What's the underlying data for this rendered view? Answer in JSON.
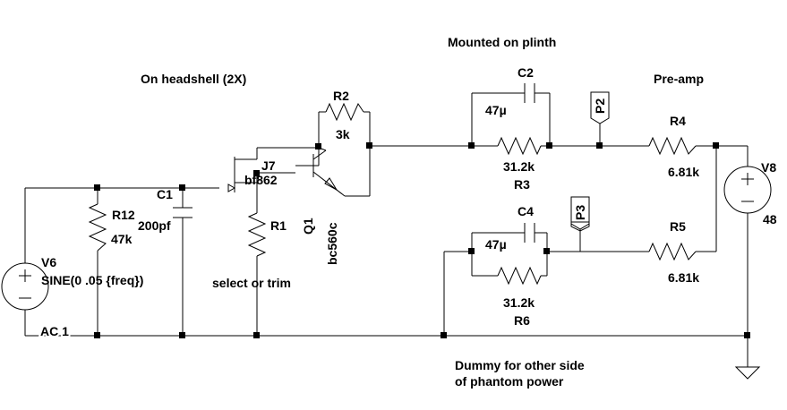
{
  "notes": {
    "headshell": "On headshell (2X)",
    "plinth": "Mounted on plinth",
    "preamp": "Pre-amp",
    "select_trim": "select or trim",
    "dummy_line1": "Dummy for other side",
    "dummy_line2": "of phantom power"
  },
  "components": {
    "V6": {
      "name": "V6",
      "value": "SINE(0 .05 {freq})",
      "ac": "AC 1"
    },
    "R12": {
      "name": "R12",
      "value": "47k"
    },
    "C1": {
      "name": "C1",
      "value": "200pf"
    },
    "J7": {
      "name": "J7",
      "value": "bf862"
    },
    "R1": {
      "name": "R1"
    },
    "Q1": {
      "name": "Q1",
      "value": "bc560c"
    },
    "R2": {
      "name": "R2",
      "value": "3k"
    },
    "C2": {
      "name": "C2",
      "value": "47µ"
    },
    "R3": {
      "name": "R3",
      "value": "31.2k"
    },
    "C4": {
      "name": "C4",
      "value": "47µ"
    },
    "R6": {
      "name": "R6",
      "value": "31.2k"
    },
    "R4": {
      "name": "R4",
      "value": "6.81k"
    },
    "R5": {
      "name": "R5",
      "value": "6.81k"
    },
    "V8": {
      "name": "V8",
      "value": "48"
    }
  },
  "probes": {
    "P2": "P2",
    "P3": "P3"
  }
}
